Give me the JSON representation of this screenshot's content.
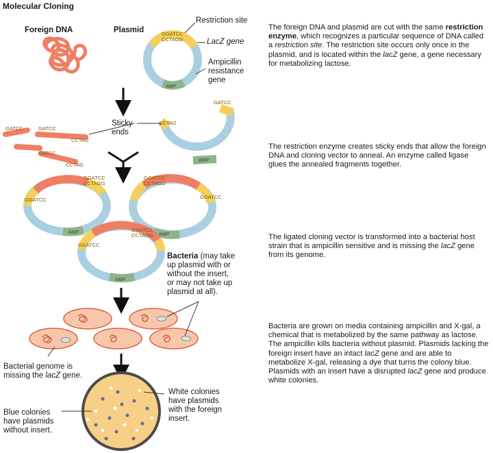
{
  "title": "Molecular Cloning",
  "labels": {
    "foreign_dna": "Foreign DNA",
    "plasmid": "Plasmid",
    "restriction_site": "Restriction site",
    "lacz_gene": "LacZ gene",
    "ampicillin": [
      "Ampicillin",
      "resistance",
      "gene"
    ],
    "sticky_ends": [
      "Sticky",
      "ends"
    ],
    "bacteria_bold": "Bacteria",
    "bacteria_rest": [
      " (may take",
      "up plasmid with or",
      "without the insert,",
      "or may not take up",
      "plasmid at all)."
    ],
    "bacterial_genome": [
      "Bacterial genome is",
      "missing the ",
      "lacZ",
      " gene."
    ],
    "blue_colonies": [
      "Blue colonies",
      "have plasmids",
      "without insert."
    ],
    "white_colonies": [
      "White colonies",
      "have plasmids",
      "with the foreign",
      "insert."
    ]
  },
  "sequences": {
    "top": "GGATCC",
    "bottom": "CCTAGG",
    "sticky_a": "GATCC",
    "sticky_b": "G",
    "sticky_c": "CCTAG",
    "sticky_d": "C",
    "amp": "AMP"
  },
  "descriptions": {
    "step1": {
      "p1": "The foreign DNA and plasmid are cut with the same ",
      "p2": "restriction enzyme",
      "p3": ", which recognizes a particular sequence of DNA called a ",
      "p4": "restriction site",
      "p5": ". The restriction site occurs only once in the plasmid, and is located within the ",
      "p6": "lacZ",
      "p7": " gene, a gene necessary for metabolizing lactose."
    },
    "step2": "The restriction enzyme creates sticky ends that allow the foreign DNA and cloning vector to anneal. An enzyme called ligase glues the annealed fragments together.",
    "step3": {
      "p1": "The ligated cloning vector is transformed into a bacterial host strain that is ampicillin sensitive and is missing the ",
      "p2": "lacZ",
      "p3": " gene from its genome."
    },
    "step4": {
      "p1": "Bacteria are grown on media containing ampicillin and X-gal, a chemical that is metabolized by the same pathway as lactose. The ampicillin kills bacteria without plasmid. Plasmids lacking the foreign insert have an intact ",
      "p2": "lacZ",
      "p3": " gene and are able to metabolize X-gal, releasing a dye that turns the colony blue. Plasmids with an insert have a disrupted ",
      "p4": "lacZ",
      "p5": " gene and produce white colonies."
    }
  },
  "colors": {
    "plasmid": "#a9cfe0",
    "foreign": "#ef7e64",
    "lacz": "#f5cf5a",
    "amp": "#8fb38a",
    "cell_fill": "#f7c7ad",
    "cell_stroke": "#e0603c",
    "plate": "#f7cf86",
    "plate_rim": "#4a4a4a",
    "blue_colony": "#5c6f9a",
    "white_colony": "#ffffff"
  }
}
